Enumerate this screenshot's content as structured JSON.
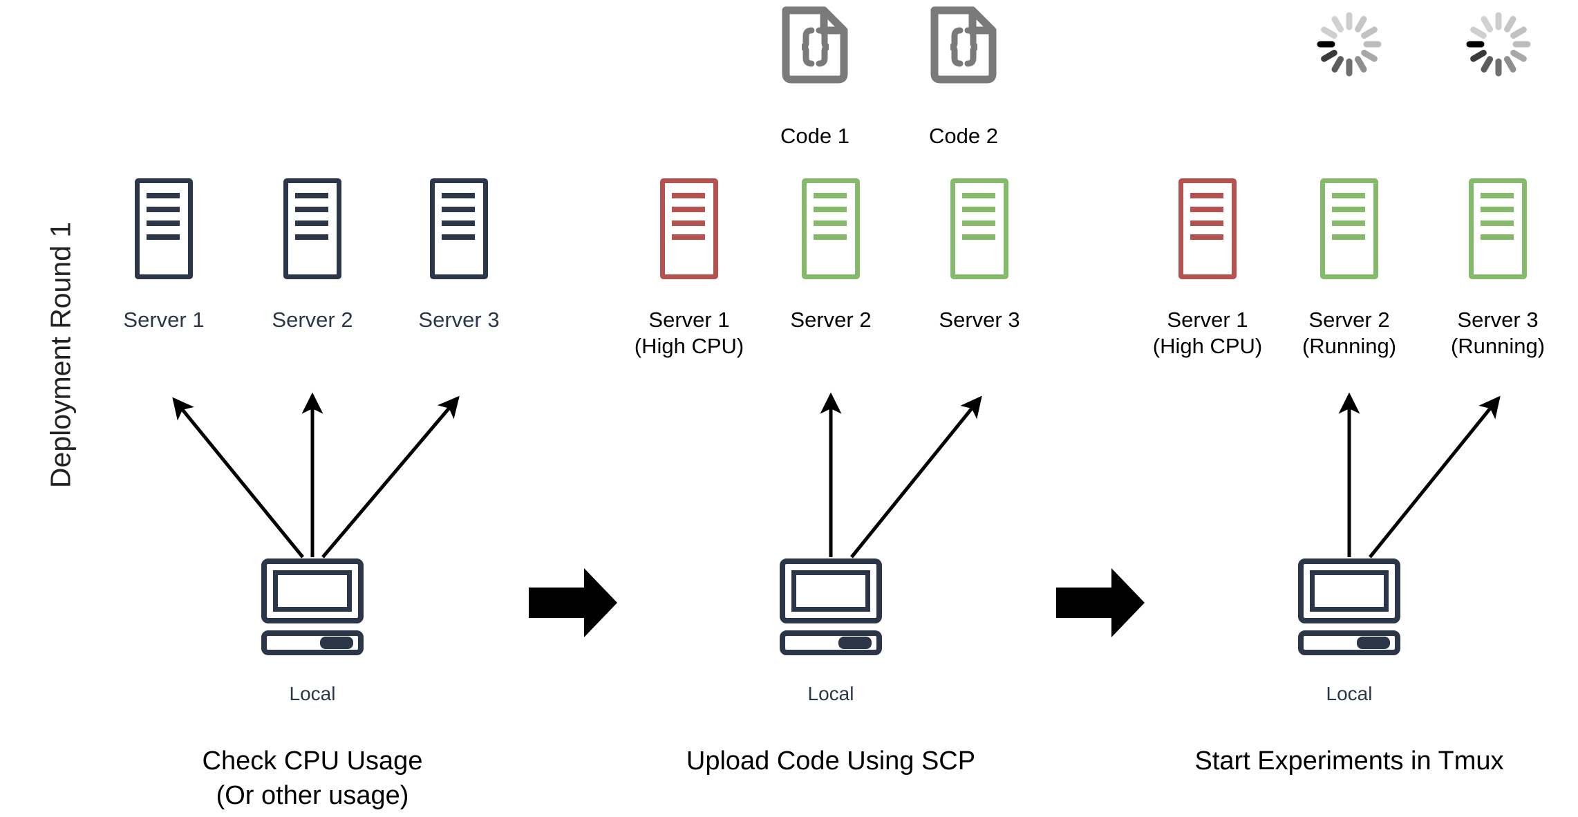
{
  "diagram": {
    "row_label": "Deployment Round 1",
    "background": "#ffffff",
    "colors": {
      "navy": "#2b3648",
      "red": "#b5524f",
      "green": "#86ba6b",
      "gray": "#7a7a7a",
      "black": "#000000"
    }
  },
  "panels": [
    {
      "id": "panel-check-cpu",
      "caption": "Check CPU Usage\n(Or other usage)",
      "local_label": "Local",
      "local_icon": "computer-icon",
      "arrows": [
        "arrow-to-server-1",
        "arrow-to-server-2",
        "arrow-to-server-3"
      ],
      "nodes": [
        {
          "label": "Server 1",
          "icon": "server-icon",
          "status": "idle",
          "color": "#2b3648",
          "label_color": "#2b3648"
        },
        {
          "label": "Server 2",
          "icon": "server-icon",
          "status": "idle",
          "color": "#2b3648",
          "label_color": "#2b3648"
        },
        {
          "label": "Server 3",
          "icon": "server-icon",
          "status": "idle",
          "color": "#2b3648",
          "label_color": "#2b3648"
        }
      ],
      "top_items": []
    },
    {
      "id": "panel-upload-code",
      "caption": "Upload Code Using SCP",
      "local_label": "Local",
      "local_icon": "computer-icon",
      "arrows": [
        "arrow-to-server-2",
        "arrow-to-server-3"
      ],
      "nodes": [
        {
          "label": "Server 1\n(High CPU)",
          "icon": "server-icon",
          "status": "high-cpu",
          "color": "#b5524f",
          "label_color": "#000000"
        },
        {
          "label": "Server 2",
          "icon": "server-icon",
          "status": "available",
          "color": "#86ba6b",
          "label_color": "#000000"
        },
        {
          "label": "Server 3",
          "icon": "server-icon",
          "status": "available",
          "color": "#86ba6b",
          "label_color": "#000000"
        }
      ],
      "top_items": [
        {
          "label": "Code 1",
          "icon": "code-file-icon",
          "color": "#7a7a7a",
          "label_color": "#000000"
        },
        {
          "label": "Code 2",
          "icon": "code-file-icon",
          "color": "#7a7a7a",
          "label_color": "#000000"
        }
      ]
    },
    {
      "id": "panel-start-experiments",
      "caption": "Start Experiments in Tmux",
      "local_label": "Local",
      "local_icon": "computer-icon",
      "arrows": [
        "arrow-to-server-2",
        "arrow-to-server-3"
      ],
      "nodes": [
        {
          "label": "Server 1\n(High CPU)",
          "icon": "server-icon",
          "status": "high-cpu",
          "color": "#b5524f",
          "label_color": "#000000"
        },
        {
          "label": "Server 2\n(Running)",
          "icon": "server-icon",
          "status": "running",
          "color": "#86ba6b",
          "label_color": "#000000"
        },
        {
          "label": "Server 3\n(Running)",
          "icon": "server-icon",
          "status": "running",
          "color": "#86ba6b",
          "label_color": "#000000"
        }
      ],
      "top_items": [
        {
          "label": "",
          "icon": "loading-spinner-icon",
          "color": "#999999",
          "label_color": "#000000"
        },
        {
          "label": "",
          "icon": "loading-spinner-icon",
          "color": "#999999",
          "label_color": "#000000"
        }
      ]
    }
  ],
  "separators": [
    {
      "icon": "right-arrow-icon",
      "after_panel": "panel-check-cpu"
    },
    {
      "icon": "right-arrow-icon",
      "after_panel": "panel-upload-code"
    }
  ]
}
